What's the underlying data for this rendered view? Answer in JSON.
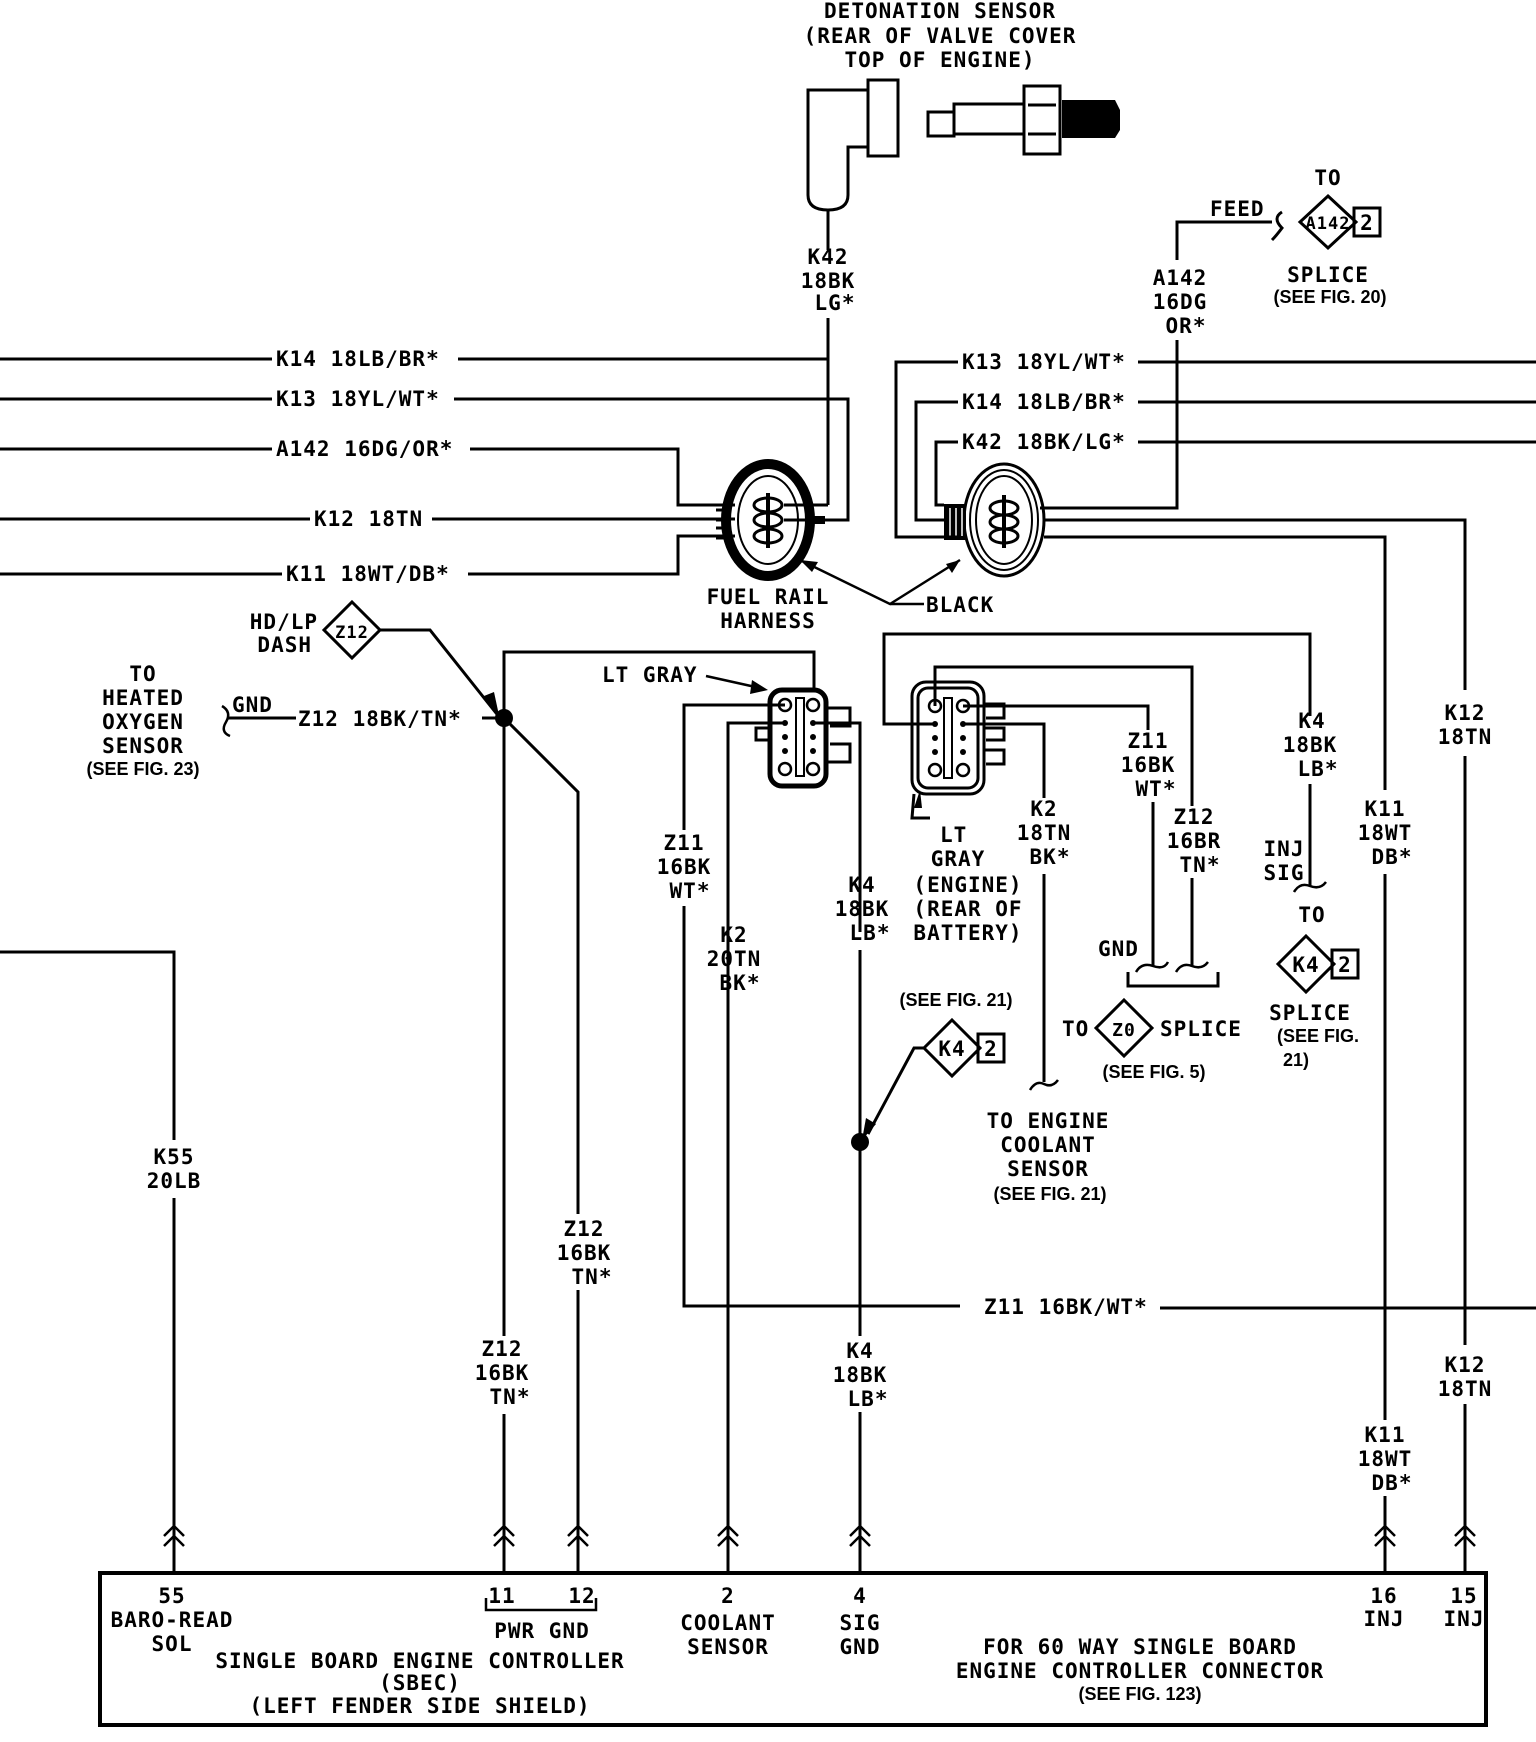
{
  "colors": {
    "ink": "#000000",
    "paper": "#ffffff"
  },
  "detonation_sensor": {
    "title": [
      "DETONATION SENSOR",
      "(REAR OF VALVE COVER",
      "TOP OF ENGINE)"
    ]
  },
  "splice_a142": {
    "to": "TO",
    "feed": "FEED",
    "code": "A142",
    "pin": "2",
    "label": "SPLICE",
    "ref": "(SEE FIG. 20)"
  },
  "wire_labels": {
    "k42_vertical": [
      "K42",
      "18BK",
      "LG*"
    ],
    "a142_vertical": [
      "A142",
      "16DG",
      "OR*"
    ],
    "left_k14": "K14 18LB/BR*",
    "left_k13": "K13 18YL/WT*",
    "left_a142": "A142 16DG/OR*",
    "left_k12": "K12 18TN",
    "left_k11": "K11 18WT/DB*",
    "right_k13": "K13 18YL/WT*",
    "right_k14": "K14 18LB/BR*",
    "right_k42": "K42 18BK/LG*",
    "z12_horizontal": "Z12 18BK/TN*",
    "z11_upper_left": [
      "Z11",
      "16BK",
      "WT*"
    ],
    "k2_20tn": [
      "K2",
      "20TN",
      "BK*"
    ],
    "k4_mid": [
      "K4",
      "18BK",
      "LB*"
    ],
    "k2_18tn": [
      "K2",
      "18TN",
      "BK*"
    ],
    "z11_right": [
      "Z11",
      "16BK",
      "WT*"
    ],
    "z12_right": [
      "Z12",
      "16BR",
      "TN*"
    ],
    "k4_right": [
      "K4",
      "18BK",
      "LB*"
    ],
    "k11_right": [
      "K11",
      "18WT",
      "DB*"
    ],
    "k12_right": [
      "K12",
      "18TN"
    ],
    "k55": [
      "K55",
      "20LB"
    ],
    "z12_lower_a": [
      "Z12",
      "16BK",
      "TN*"
    ],
    "z12_lower_b": [
      "Z12",
      "16BK",
      "TN*"
    ],
    "z11_long": "Z11 16BK/WT*",
    "k4_lower": [
      "K4",
      "18BK",
      "LB*"
    ],
    "k11_lower": [
      "K11",
      "18WT",
      "DB*"
    ],
    "k12_lower": [
      "K12",
      "18TN"
    ]
  },
  "connectors": {
    "fuel_rail": [
      "FUEL RAIL",
      "HARNESS"
    ],
    "black": "BLACK",
    "lt_gray_top": "LT GRAY",
    "lt_gray_engine": [
      "LT",
      "GRAY",
      "(ENGINE)",
      "(REAR OF",
      "BATTERY)"
    ]
  },
  "refs": {
    "hd_lp_dash": [
      "HD/LP",
      "DASH"
    ],
    "z12_code": "Z12",
    "heated_o2": [
      "TO",
      "HEATED",
      "OXYGEN",
      "SENSOR",
      "(SEE FIG. 23)"
    ],
    "gnd": "GND",
    "k4_splice_mid": {
      "ref": "(SEE FIG. 21)",
      "code": "K4",
      "pin": "2"
    },
    "z0_splice": {
      "to": "TO",
      "code": "Z0",
      "label": "SPLICE",
      "ref": "(SEE FIG. 5)",
      "gnd": "GND"
    },
    "coolant_sensor": [
      "TO ENGINE",
      "COOLANT",
      "SENSOR",
      "(SEE FIG. 21)"
    ],
    "inj_sig": [
      "INJ",
      "SIG"
    ],
    "k4_splice_right": {
      "to": "TO",
      "code": "K4",
      "pin": "2",
      "label": "SPLICE",
      "ref": [
        "(SEE FIG.",
        "21)"
      ]
    }
  },
  "controller": {
    "pins": [
      {
        "num": "55",
        "desc": [
          "BARO-READ",
          "SOL"
        ]
      },
      {
        "num": "11",
        "desc": []
      },
      {
        "num": "12",
        "desc": []
      },
      {
        "num": "2",
        "desc": [
          "COOLANT",
          "SENSOR"
        ]
      },
      {
        "num": "4",
        "desc": [
          "SIG",
          "GND"
        ]
      },
      {
        "num": "16",
        "desc": [
          "INJ"
        ]
      },
      {
        "num": "15",
        "desc": [
          "INJ"
        ]
      }
    ],
    "pwr_gnd": "PWR GND",
    "name": [
      "SINGLE BOARD ENGINE CONTROLLER",
      "(SBEC)",
      "(LEFT FENDER SIDE SHIELD)"
    ],
    "note": [
      "FOR 60 WAY SINGLE BOARD",
      "ENGINE CONTROLLER CONNECTOR",
      "(SEE FIG. 123)"
    ]
  }
}
